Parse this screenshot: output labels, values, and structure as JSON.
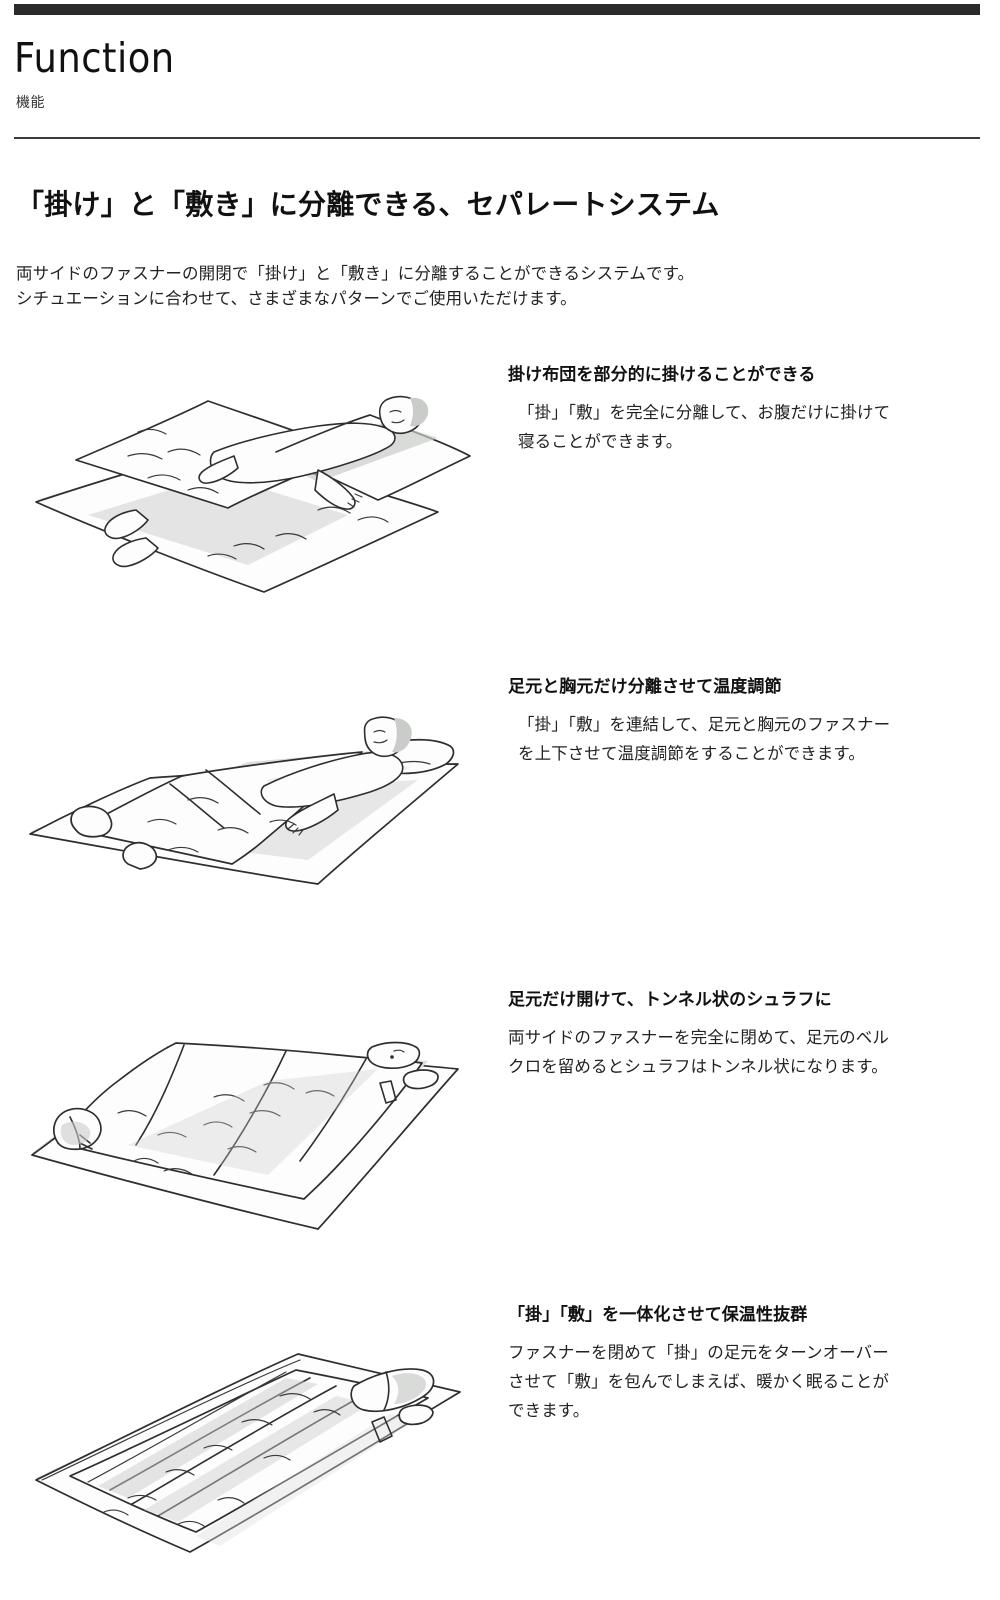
{
  "header": {
    "title": "Function",
    "subtitle": "機能"
  },
  "lead": {
    "heading": "「掛け」と「敷き」に分離できる、セパレートシステム",
    "body_line1": "両サイドのファスナーの開閉で「掛け」と「敷き」に分離することができるシステムです。",
    "body_line2": "シチュエーションに合わせて、さまざまなパターンでご使用いただけます。"
  },
  "sections": [
    {
      "title": "掛け布団を部分的に掛けることができる",
      "body_line1": "「掛」「敷」を完全に分離して、お腹だけに掛けて",
      "body_line2": "寝ることができます。",
      "body_line3": "",
      "illustration": "separate-futon-person-lying-sketch"
    },
    {
      "title": "足元と胸元だけ分離させて温度調節",
      "body_line1": "「掛」「敷」を連結して、足元と胸元のファスナー",
      "body_line2": "を上下させて温度調節をすることができます。",
      "body_line3": "",
      "illustration": "linked-futon-person-lying-sketch"
    },
    {
      "title": "足元だけ開けて、トンネル状のシュラフに",
      "body_line1": "両サイドのファスナーを完全に閉めて、足元のベル",
      "body_line2": "クロを留めるとシュラフはトンネル状になります。",
      "body_line3": "",
      "illustration": "tunnel-sleeping-bag-sketch"
    },
    {
      "title": "「掛」「敷」を一体化させて保温性抜群",
      "body_line1": "ファスナーを閉めて「掛」の足元をターンオーバー",
      "body_line2": "させて「敷」を包んでしまえば、暖かく眠ることが",
      "body_line3": "できます。",
      "illustration": "turned-over-sleeping-bag-sketch"
    }
  ],
  "colors": {
    "bar": "#2b2b2b",
    "rule": "#3a3a3a",
    "text": "#1a1a1a",
    "ink": "#2e2e2e",
    "shade_light": "#eceeec",
    "shade_mid": "#dcdedc",
    "shade_dark": "#c9ccc9"
  }
}
